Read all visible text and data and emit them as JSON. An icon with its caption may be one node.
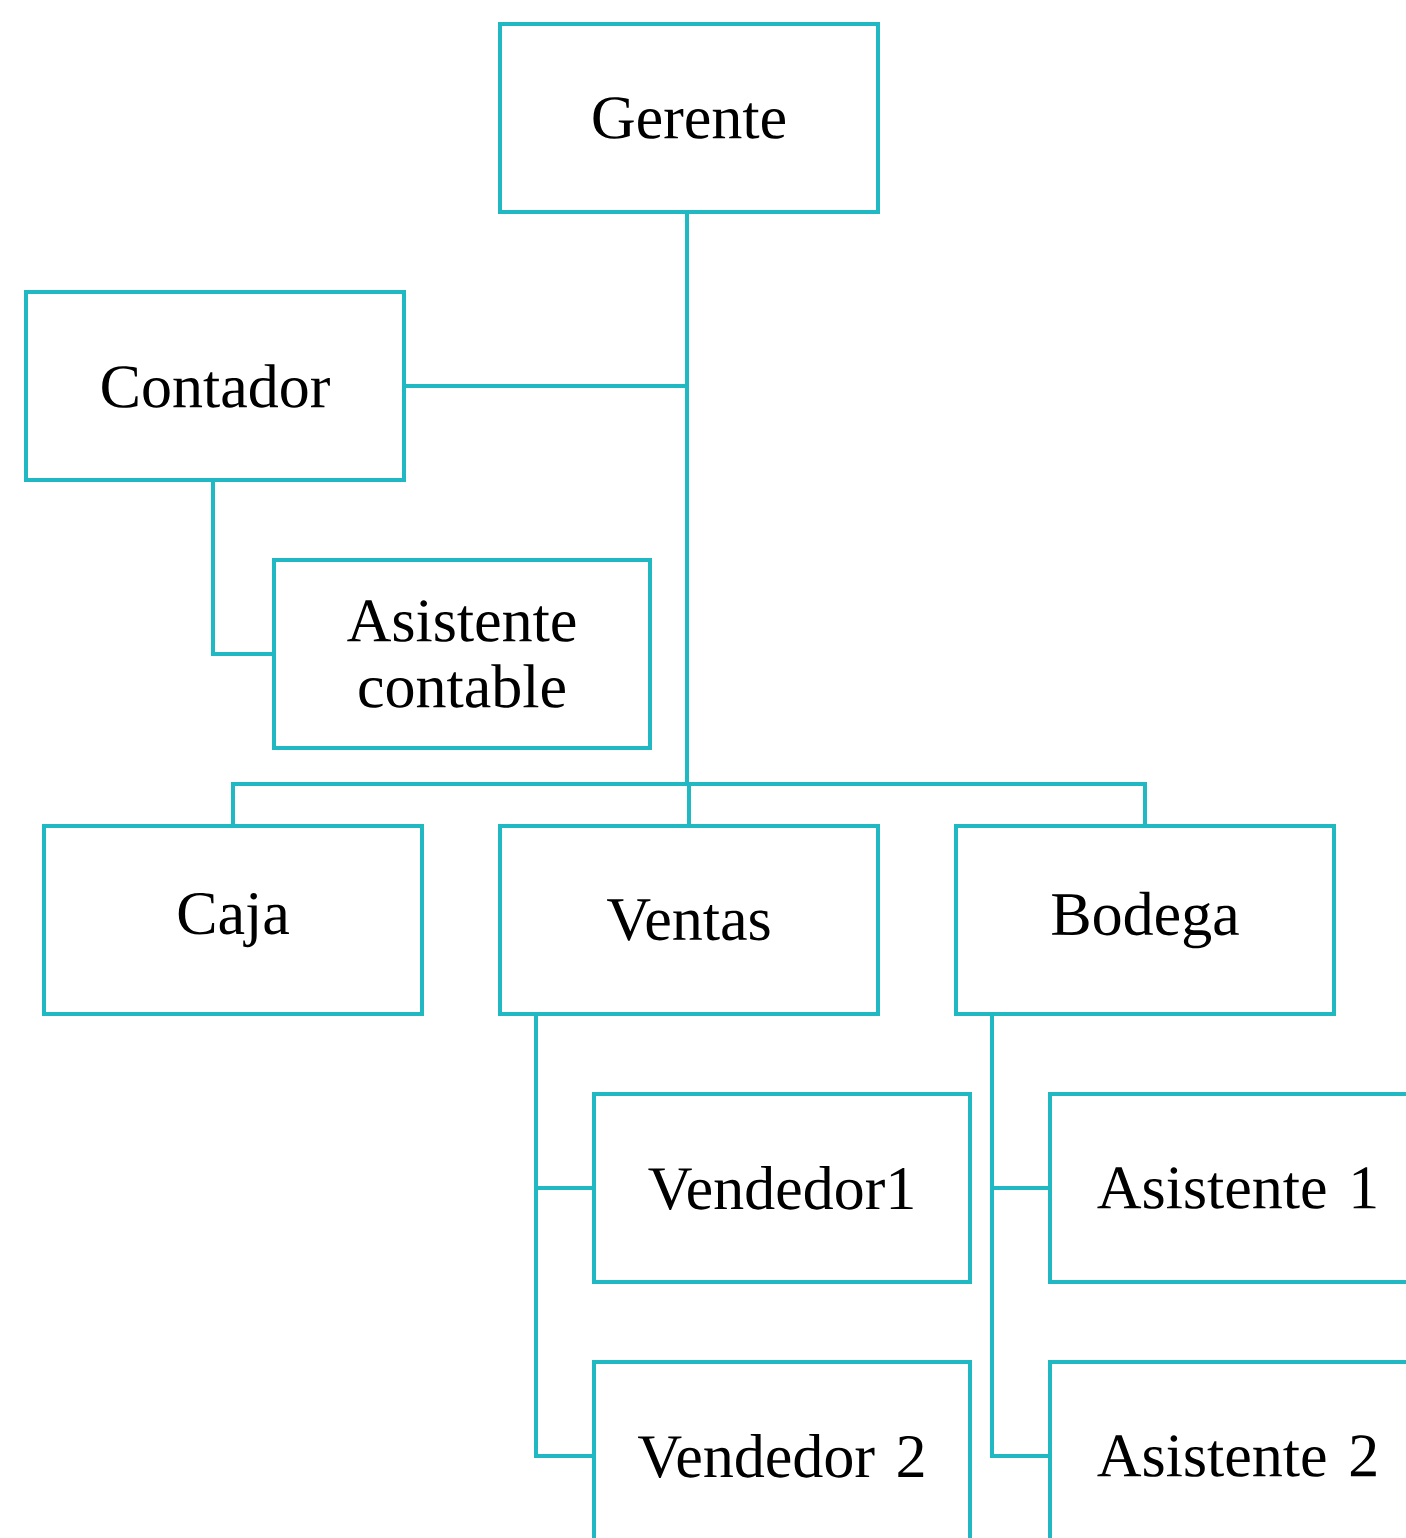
{
  "diagram": {
    "nodes": [
      {
        "text": [
          "Gerente"
        ]
      },
      {
        "text": [
          "Contador"
        ]
      },
      {
        "text": [
          "Asistente contable"
        ]
      },
      {
        "text": [
          "Caja"
        ]
      },
      {
        "text": [
          "Ventas"
        ]
      },
      {
        "text": [
          "Bodega"
        ]
      },
      {
        "text": [
          "Vendedor1"
        ]
      },
      {
        "text": [
          "Asistente 1"
        ]
      },
      {
        "text": [
          "Vendedor 2"
        ]
      },
      {
        "text": [
          "Asistente 2"
        ]
      }
    ],
    "edges": [
      {
        "from": 0,
        "to": 1,
        "arrow": "none"
      },
      {
        "from": 1,
        "to": 2,
        "arrow": "none"
      },
      {
        "from": 0,
        "to": 3,
        "arrow": "none"
      },
      {
        "from": 0,
        "to": 4,
        "arrow": "none"
      },
      {
        "from": 0,
        "to": 5,
        "arrow": "none"
      },
      {
        "from": 4,
        "to": 6,
        "arrow": "none"
      },
      {
        "from": 4,
        "to": 8,
        "arrow": "none"
      },
      {
        "from": 5,
        "to": 7,
        "arrow": "none"
      },
      {
        "from": 5,
        "to": 9,
        "arrow": "none"
      }
    ]
  }
}
